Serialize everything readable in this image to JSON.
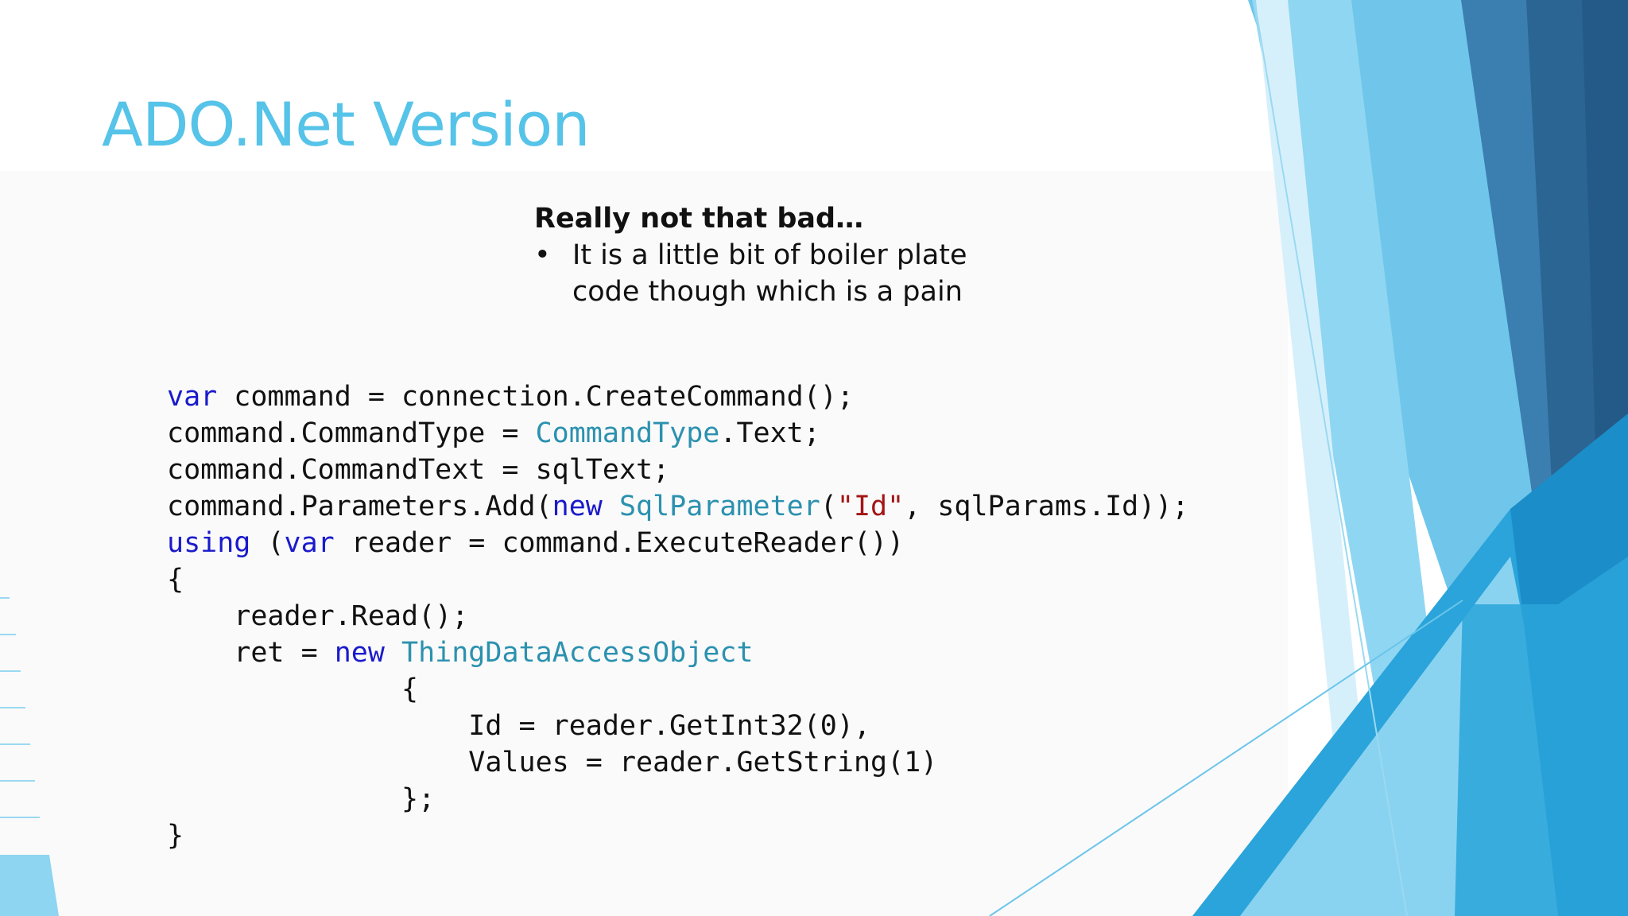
{
  "slide": {
    "title": "ADO.Net Version",
    "note": {
      "heading": "Really not that bad…",
      "bullet_symbol": "•",
      "bullet_lines": [
        "It is a little bit of boiler plate",
        "code though which is a pain"
      ]
    }
  },
  "code": {
    "lines": [
      [
        {
          "t": "var",
          "c": "kw"
        },
        {
          "t": " command = connection.CreateCommand();"
        }
      ],
      [
        {
          "t": "command.CommandType = "
        },
        {
          "t": "CommandType",
          "c": "ty"
        },
        {
          "t": ".Text;"
        }
      ],
      [
        {
          "t": "command.CommandText = sqlText;"
        }
      ],
      [
        {
          "t": "command.Parameters.Add("
        },
        {
          "t": "new",
          "c": "kw"
        },
        {
          "t": " "
        },
        {
          "t": "SqlParameter",
          "c": "ty"
        },
        {
          "t": "("
        },
        {
          "t": "\"Id\"",
          "c": "st"
        },
        {
          "t": ", sqlParams.Id));"
        }
      ],
      [
        {
          "t": "using",
          "c": "kw"
        },
        {
          "t": " ("
        },
        {
          "t": "var",
          "c": "kw"
        },
        {
          "t": " reader = command.ExecuteReader())"
        }
      ],
      [
        {
          "t": "{"
        }
      ],
      [
        {
          "t": "    reader.Read();"
        }
      ],
      [
        {
          "t": "    ret = "
        },
        {
          "t": "new",
          "c": "kw"
        },
        {
          "t": " "
        },
        {
          "t": "ThingDataAccessObject",
          "c": "ty"
        }
      ],
      [
        {
          "t": "              {"
        }
      ],
      [
        {
          "t": "                  Id = reader.GetInt32(0),"
        }
      ],
      [
        {
          "t": "                  Values = reader.GetString(1)"
        }
      ],
      [
        {
          "t": "              };"
        }
      ],
      [
        {
          "t": "}"
        }
      ]
    ]
  },
  "colors": {
    "title": "#56c3e8",
    "keyword": "#1a1acc",
    "type": "#2b91af",
    "string": "#a31515",
    "accent_dark": "#2a6a98",
    "accent_light": "#7fd0ef"
  }
}
